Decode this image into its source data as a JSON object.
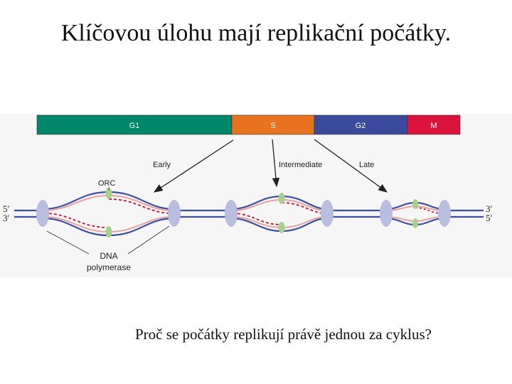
{
  "title": "Klíčovou úlohu mají replikační počátky.",
  "question": "Proč se počátky replikují právě jednou za cyklus?",
  "phases": [
    {
      "label": "G1",
      "color": "#00876a"
    },
    {
      "label": "S",
      "color": "#e8731e"
    },
    {
      "label": "G2",
      "color": "#3b4a9c"
    },
    {
      "label": "M",
      "color": "#dc143c"
    }
  ],
  "timing": {
    "early": "Early",
    "intermediate": "Intermediate",
    "late": "Late"
  },
  "labels": {
    "orc": "ORC",
    "dna_line1": "DNA",
    "dna_line2": "polymerase",
    "left_top": "5′",
    "left_bottom": "3′",
    "right_top": "3′",
    "right_bottom": "5′"
  },
  "colors": {
    "dna_strand": "#3d4fa0",
    "new_strand": "#e9a0a0",
    "lagging": "#c8102e",
    "orc_protein": "#b9bde0",
    "polymerase": "#a8d08d",
    "background_panel": "#f5f5f5"
  }
}
